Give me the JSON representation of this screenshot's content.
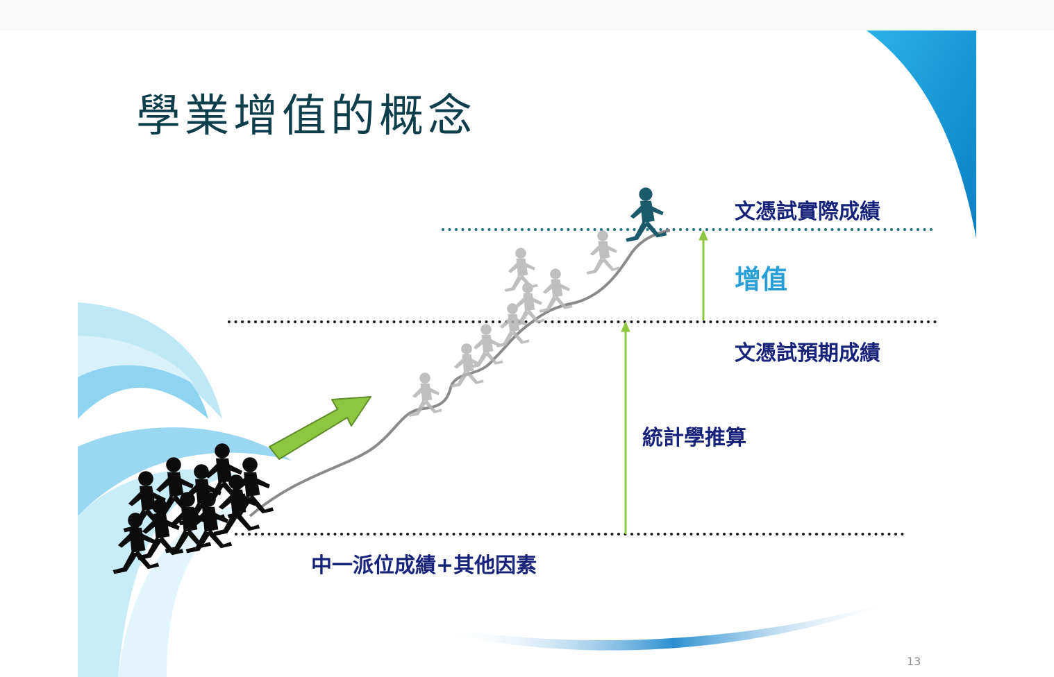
{
  "slide": {
    "title": "學業增值的概念",
    "page_number": "13"
  },
  "labels": {
    "actual_score": "文憑試實際成績",
    "value_added": "增值",
    "expected_score": "文憑試預期成績",
    "statistical_inference": "統計學推算",
    "baseline": "中一派位成績+其他因素"
  },
  "colors": {
    "title": "#0e3e4c",
    "label_text": "#17237a",
    "value_added_text": "#2a9fd6",
    "accent_arrow": "#8dc63f",
    "dotted_line_top": "#1f6f7a",
    "dotted_line": "#1b1b1b",
    "swoosh_blue": "#0a8fd4",
    "path_line": "#8a8a8a"
  },
  "icons": [
    "runner-crowd-icon",
    "runner-silhouette-icon",
    "growth-arrow-icon"
  ]
}
